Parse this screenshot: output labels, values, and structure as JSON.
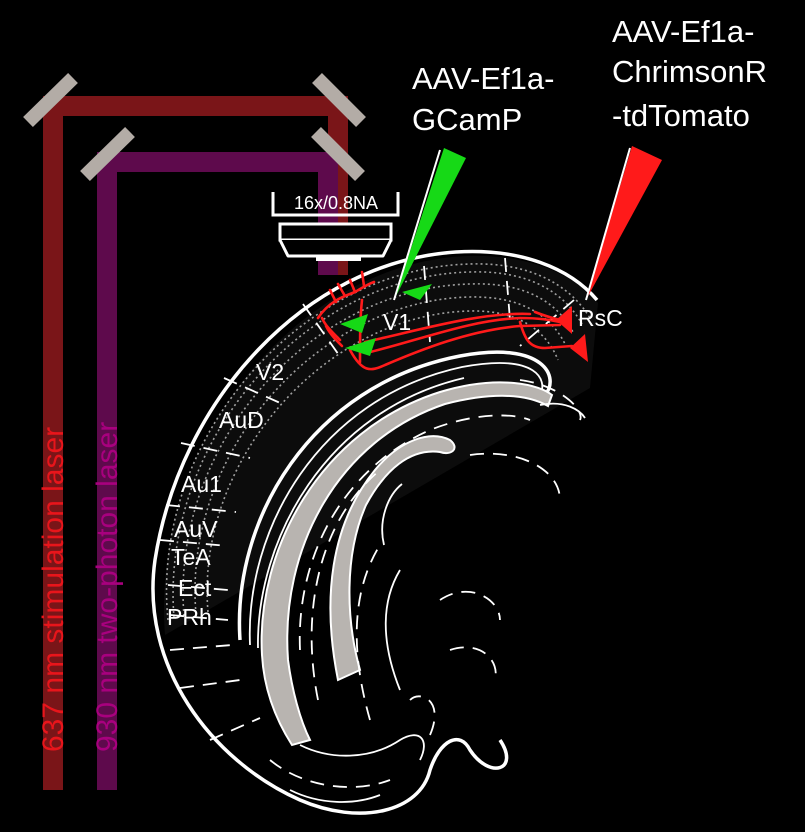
{
  "colors": {
    "background": "#000000",
    "stim_laser": "#7a1518",
    "twophoton_laser": "#5e0a4c",
    "mirror": "#b3aca6",
    "stim_label": "#e8151b",
    "twophoton_label": "#a8007e",
    "gcamp": "#16d916",
    "chrimson": "#ff1a1a",
    "white_matter": "#b8b4b0"
  },
  "injections": {
    "gcamp": {
      "line1": "AAV-Ef1a-",
      "line2": "GCamP"
    },
    "chrimson": {
      "line1": "AAV-Ef1a-",
      "line2": "ChrimsonR",
      "line3": "-tdTomato"
    }
  },
  "objective": {
    "label": "16x/0.8NA"
  },
  "lasers": {
    "stimulation": {
      "label": "637 nm stimulation laser"
    },
    "two_photon": {
      "label": "930 nm two-photon laser"
    }
  },
  "regions": {
    "v1": "V1",
    "v2": "V2",
    "aud": "AuD",
    "au1": "Au1",
    "auv": "AuV",
    "tea": "TeA",
    "ect": "Ect",
    "prh": "PRh",
    "rsc": "RsC"
  },
  "icons": [
    "mirror-icon",
    "objective-lens-icon",
    "injection-pipette-icon",
    "neuron-soma-icon"
  ]
}
